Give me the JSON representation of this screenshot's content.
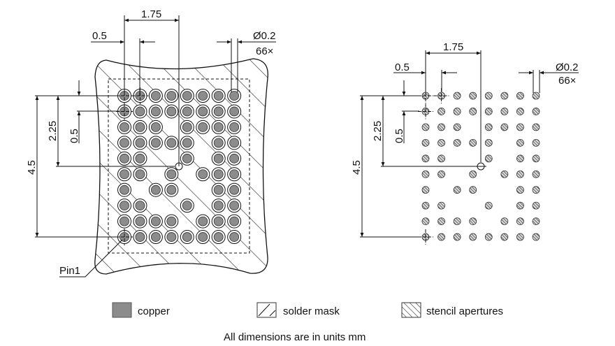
{
  "pad_map": [
    "11111111",
    "11111111",
    "11101111",
    "11111011",
    "11001011",
    "11010111",
    "10110011",
    "11001011",
    "11110111",
    "11111111"
  ],
  "colors": {
    "copper": "#8c8c8c",
    "line": "#111111",
    "stencil": "#555555"
  },
  "left_view": {
    "pitch_label": "0.5",
    "offset_label": "1.75",
    "diameter_label": "Ø0.2",
    "count_label": "66×",
    "height_label": "4.5",
    "half_height_label": "2.25",
    "row_pitch_label": "0.5",
    "pin1_label": "Pin1"
  },
  "right_view": {
    "pitch_label": "0.5",
    "offset_label": "1.75",
    "diameter_label": "Ø0.2",
    "count_label": "66×",
    "height_label": "4.5",
    "half_height_label": "2.25",
    "row_pitch_label": "0.5"
  },
  "legend": [
    {
      "label": "copper",
      "icon": "copper-swatch"
    },
    {
      "label": "solder mask",
      "icon": "solder-mask-swatch"
    },
    {
      "label": "stencil apertures",
      "icon": "stencil-swatch"
    }
  ],
  "notes": [
    "All dimensions are in units mm"
  ]
}
